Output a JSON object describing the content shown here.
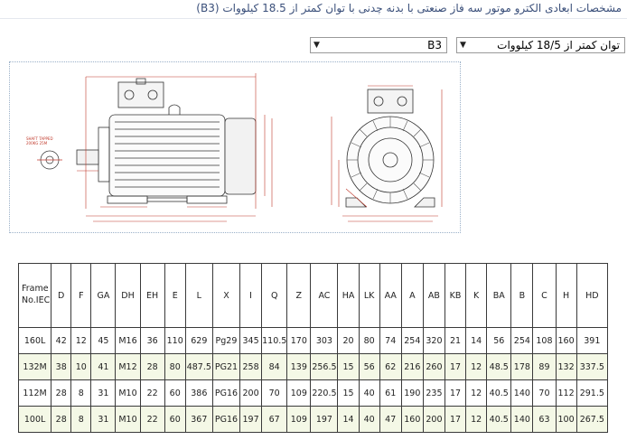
{
  "page": {
    "title": "مشخصات ابعادی الکترو موتور سه فاز صنعتی با بدنه چدنی با توان کمتر از 18.5 کیلووات (B3)"
  },
  "selects": {
    "power": {
      "value": "توان کمتر از 18/5 کیلووات"
    },
    "mounting": {
      "value": "B3"
    }
  },
  "drawing": {
    "shaft_label_1": "SHAFT TAPPED",
    "shaft_label_2": "200KG 25M"
  },
  "table": {
    "frame_header_1": "Frame",
    "frame_header_2": "No.IEC",
    "columns": [
      "D",
      "F",
      "GA",
      "DH",
      "EH",
      "E",
      "L",
      "X",
      "I",
      "Q",
      "Z",
      "AC",
      "HA",
      "LK",
      "AA",
      "A",
      "AB",
      "KB",
      "K",
      "BA",
      "B",
      "C",
      "H",
      "HD"
    ],
    "rows": [
      [
        "160L",
        "42",
        "12",
        "45",
        "M16",
        "36",
        "110",
        "629",
        "Pg29",
        "345",
        "110.5",
        "170",
        "303",
        "20",
        "80",
        "74",
        "254",
        "320",
        "21",
        "14",
        "56",
        "254",
        "108",
        "160",
        "391"
      ],
      [
        "132M",
        "38",
        "10",
        "41",
        "M12",
        "28",
        "80",
        "487.5",
        "PG21",
        "258",
        "84",
        "139",
        "256.5",
        "15",
        "56",
        "62",
        "216",
        "260",
        "17",
        "12",
        "48.5",
        "178",
        "89",
        "132",
        "337.5"
      ],
      [
        "112M",
        "28",
        "8",
        "31",
        "M10",
        "22",
        "60",
        "386",
        "PG16",
        "200",
        "70",
        "109",
        "220.5",
        "15",
        "40",
        "61",
        "190",
        "235",
        "17",
        "12",
        "40.5",
        "140",
        "70",
        "112",
        "291.5"
      ],
      [
        "100L",
        "28",
        "8",
        "31",
        "M10",
        "22",
        "60",
        "367",
        "PG16",
        "197",
        "67",
        "109",
        "197",
        "14",
        "40",
        "47",
        "160",
        "200",
        "17",
        "12",
        "40.5",
        "140",
        "63",
        "100",
        "267.5"
      ]
    ]
  }
}
